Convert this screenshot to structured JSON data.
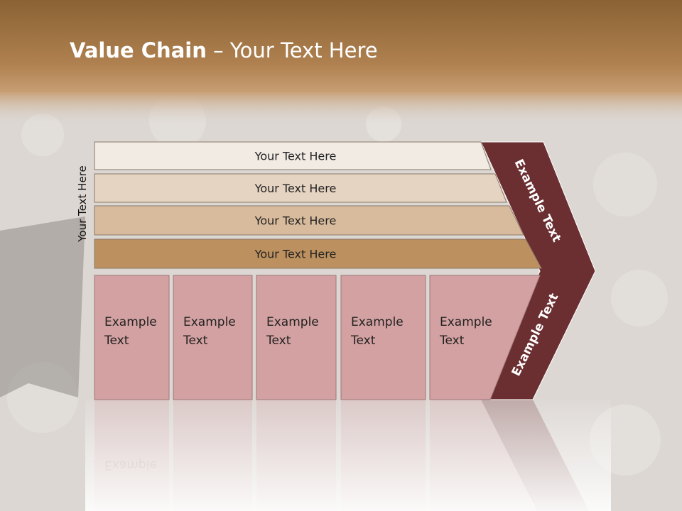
{
  "title": {
    "bold": "Value Chain",
    "rest": " – Your Text Here"
  },
  "side_label": "Your Text Here",
  "support_rows": [
    {
      "label": "Your Text Here",
      "color": "#f1ebe4"
    },
    {
      "label": "Your Text Here",
      "color": "#e6d4c2"
    },
    {
      "label": "Your Text Here",
      "color": "#d8bb9c"
    },
    {
      "label": "Your Text Here",
      "color": "#bd915f"
    }
  ],
  "primary_boxes": [
    {
      "line1": "Example",
      "line2": "Text"
    },
    {
      "line1": "Example",
      "line2": "Text"
    },
    {
      "line1": "Example",
      "line2": "Text"
    },
    {
      "line1": "Example",
      "line2": "Text"
    },
    {
      "line1": "Example",
      "line2": "Text"
    }
  ],
  "arrow_top_label": "Example Text",
  "arrow_bottom_label": "Example Text",
  "colors": {
    "box_fill": "#d4a1a2",
    "arrow_fill": "#6b2f31",
    "header_brown": "#a87a45"
  }
}
